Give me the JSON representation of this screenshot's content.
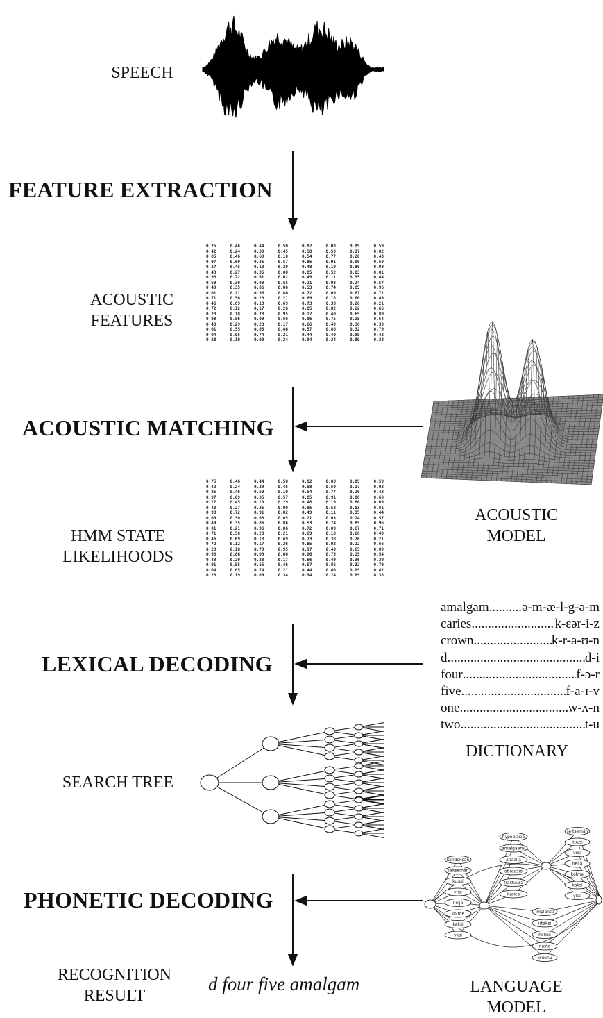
{
  "stages": {
    "feature_extraction": "FEATURE EXTRACTION",
    "acoustic_matching": "ACOUSTIC MATCHING",
    "lexical_decoding": "LEXICAL DECODING",
    "phonetic_decoding": "PHONETIC DECODING"
  },
  "labels": {
    "speech": "SPEECH",
    "acoustic_features_1": "ACOUSTIC",
    "acoustic_features_2": "FEATURES",
    "hmm_1": "HMM STATE",
    "hmm_2": "LIKELIHOODS",
    "search_tree": "SEARCH TREE",
    "recognition_1": "RECOGNITION",
    "recognition_2": "RESULT",
    "acoustic_model_1": "ACOUSTIC",
    "acoustic_model_2": "MODEL",
    "dictionary": "DICTIONARY",
    "language_model_1": "LANGUAGE",
    "language_model_2": "MODEL"
  },
  "result_text": "d four five amalgam",
  "dictionary_entries": [
    {
      "word": "amalgam..",
      "phones": "ə-m-æ-l-g-ə-m"
    },
    {
      "word": "caries",
      "phones": "k-ɛər-i-z"
    },
    {
      "word": "crown",
      "phones": "k-r-a-ʊ-n"
    },
    {
      "word": "d",
      "phones": "d-i"
    },
    {
      "word": "four",
      "phones": "f-ɔ-r"
    },
    {
      "word": "five",
      "phones": "f-a-ɪ-v"
    },
    {
      "word": "one",
      "phones": "w-ʌ-n"
    },
    {
      "word": "two",
      "phones": "t-u"
    }
  ],
  "feature_matrix": [
    [
      "0.75",
      "0.46",
      "0.44",
      "0.50",
      "0.82",
      "0.03",
      "0.09",
      "0.59"
    ],
    [
      "0.42",
      "0.24",
      "0.39",
      "0.45",
      "0.58",
      "0.59",
      "0.17",
      "0.02"
    ],
    [
      "0.85",
      "0.46",
      "0.69",
      "0.10",
      "0.54",
      "0.77",
      "0.20",
      "0.43"
    ],
    [
      "0.97",
      "0.69",
      "0.35",
      "0.57",
      "0.85",
      "0.91",
      "0.00",
      "0.60"
    ],
    [
      "0.27",
      "0.45",
      "0.10",
      "0.29",
      "0.48",
      "0.19",
      "0.86",
      "0.09"
    ],
    [
      "0.43",
      "0.27",
      "0.35",
      "0.00",
      "0.85",
      "0.52",
      "0.03",
      "0.81"
    ],
    [
      "0.98",
      "0.72",
      "0.91",
      "0.02",
      "0.49",
      "0.11",
      "0.95",
      "0.44"
    ],
    [
      "0.69",
      "0.30",
      "0.03",
      "0.65",
      "0.21",
      "0.03",
      "0.24",
      "0.57"
    ],
    [
      "0.49",
      "0.35",
      "0.86",
      "0.86",
      "0.53",
      "0.74",
      "0.85",
      "0.96"
    ],
    [
      "0.01",
      "0.21",
      "0.96",
      "0.86",
      "0.72",
      "0.09",
      "0.67",
      "0.71"
    ],
    [
      "0.71",
      "0.56",
      "0.23",
      "0.21",
      "0.69",
      "0.18",
      "0.66",
      "0.49"
    ],
    [
      "0.46",
      "0.69",
      "0.13",
      "0.69",
      "0.73",
      "0.38",
      "0.26",
      "0.21"
    ],
    [
      "0.72",
      "0.12",
      "0.17",
      "0.26",
      "0.85",
      "0.02",
      "0.22",
      "0.66"
    ],
    [
      "0.23",
      "0.18",
      "0.73",
      "0.95",
      "0.17",
      "0.40",
      "0.65",
      "0.89"
    ],
    [
      "0.98",
      "0.86",
      "0.09",
      "0.66",
      "0.06",
      "0.75",
      "0.15",
      "0.54"
    ],
    [
      "0.43",
      "0.29",
      "0.23",
      "0.17",
      "0.66",
      "0.49",
      "0.36",
      "0.39"
    ],
    [
      "0.01",
      "0.55",
      "0.65",
      "0.46",
      "0.57",
      "0.86",
      "0.32",
      "0.79"
    ],
    [
      "0.04",
      "0.05",
      "0.74",
      "0.21",
      "0.44",
      "0.40",
      "0.09",
      "0.42"
    ],
    [
      "0.28",
      "0.19",
      "0.09",
      "0.34",
      "0.94",
      "0.24",
      "0.89",
      "0.38"
    ]
  ],
  "language_model": {
    "left_words": [
      "kahdeksan",
      "seitsemän",
      "kuusi",
      "viisi",
      "neljä",
      "kolme",
      "kaksi",
      "yksi"
    ],
    "mid_words": [
      "hypoplasia",
      "amalgaami",
      "anaalia",
      "abraasio",
      "fraktuura",
      "karies"
    ],
    "lower_words": [
      "implantti",
      "irtaksi",
      "hellus",
      "nasta",
      "kruunu"
    ],
    "right_words": [
      "seitsemän",
      "kuusi",
      "viisi",
      "neljä",
      "kolme",
      "kaksi",
      "yksi"
    ]
  }
}
